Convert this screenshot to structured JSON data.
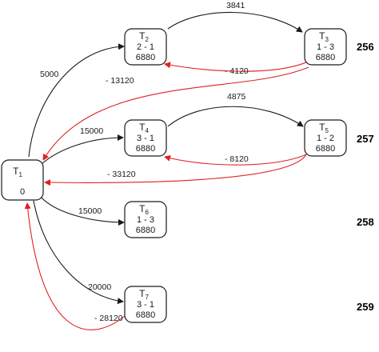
{
  "colors": {
    "black_edge": "#1a1a1a",
    "red_edge": "#e02020"
  },
  "nodes": {
    "t1": {
      "name": "T",
      "sub": "1",
      "line1": "",
      "line2": "0"
    },
    "t2": {
      "name": "T",
      "sub": "2",
      "line1": "2 - 1",
      "line2": "6880"
    },
    "t3": {
      "name": "T",
      "sub": "3",
      "line1": "1 - 3",
      "line2": "6880"
    },
    "t4": {
      "name": "T",
      "sub": "4",
      "line1": "3 - 1",
      "line2": "6880"
    },
    "t5": {
      "name": "T",
      "sub": "5",
      "line1": "1 - 2",
      "line2": "6880"
    },
    "t6": {
      "name": "T",
      "sub": "6",
      "line1": "1 - 3",
      "line2": "6880"
    },
    "t7": {
      "name": "T",
      "sub": "7",
      "line1": "3 - 1",
      "line2": "6880"
    }
  },
  "edges": {
    "t1_t2": "5000",
    "t2_t3": "3841",
    "t3_t2": "- 4120",
    "t3_t1": "- 13120",
    "t1_t4": "15000",
    "t4_t5": "4875",
    "t5_t4": "- 8120",
    "t5_t1": "- 33120",
    "t1_t6": "15000",
    "t1_t7": "20000",
    "t7_t1": "- 28120"
  },
  "side_values": [
    "256",
    "257",
    "258",
    "259"
  ]
}
